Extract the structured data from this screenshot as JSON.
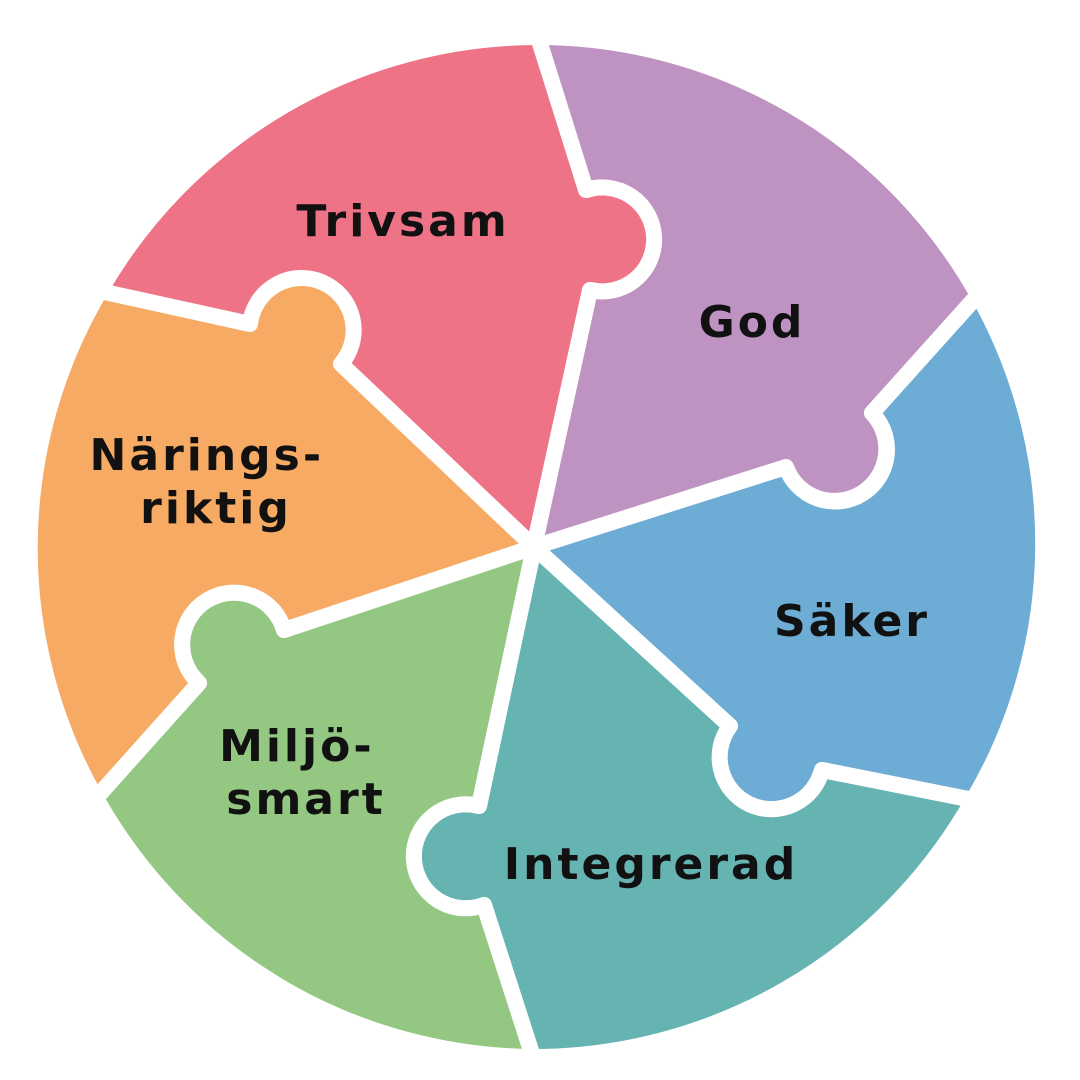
{
  "diagram": {
    "segments": [
      {
        "id": "trivsam",
        "lines": [
          "Trivsam"
        ],
        "color": "#EE7386"
      },
      {
        "id": "god",
        "lines": [
          "God"
        ],
        "color": "#BF93C1"
      },
      {
        "id": "saker",
        "lines": [
          "Säker"
        ],
        "color": "#6DACD4"
      },
      {
        "id": "integrerad",
        "lines": [
          "Integrerad"
        ],
        "color": "#65B4B2"
      },
      {
        "id": "miljosmart",
        "lines": [
          "Miljö-",
          "smart"
        ],
        "color": "#93C782"
      },
      {
        "id": "naringsriktig",
        "lines": [
          "Närings-",
          "riktig"
        ],
        "color": "#F6AA63"
      }
    ]
  }
}
